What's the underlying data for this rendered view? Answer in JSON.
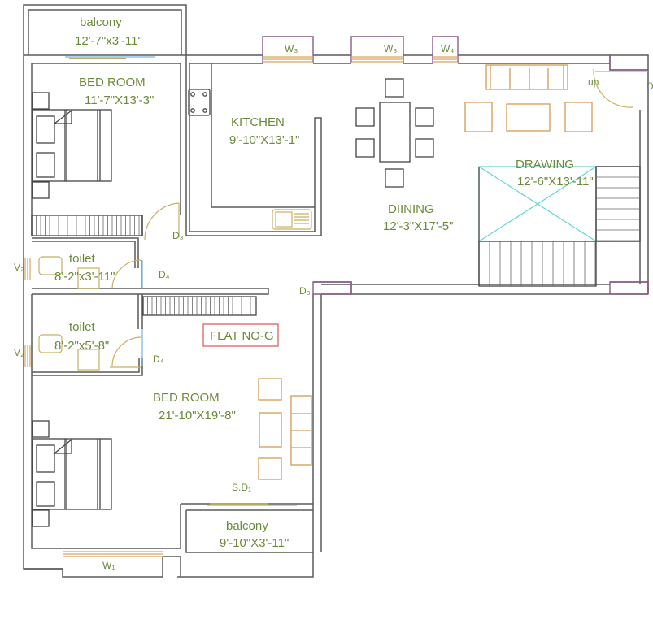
{
  "rooms": {
    "balcony_top": {
      "name": "balcony",
      "size": "12'-7\"x3'-11\""
    },
    "bedroom_top": {
      "name": "BED ROOM",
      "size": "11'-7\"X13'-3\""
    },
    "kitchen": {
      "name": "KITCHEN",
      "size": "9'-10\"X13'-1\""
    },
    "dining": {
      "name": "DIINING",
      "size": "12'-3\"X17'-5\""
    },
    "drawing": {
      "name": "DRAWING",
      "size": "12'-6\"X13'-11\""
    },
    "toilet_1": {
      "name": "toilet",
      "size": "8'-2\"x3'-11\""
    },
    "toilet_2": {
      "name": "toilet",
      "size": "8'-2\"x5'-8\""
    },
    "bedroom_bottom": {
      "name": "BED ROOM",
      "size": "21'-10\"X19'-8\""
    },
    "balcony_bottom": {
      "name": "balcony",
      "size": "9'-10\"X3'-11\""
    }
  },
  "flat_label": "FLAT NO-G",
  "labels": {
    "w3a": "W₃",
    "w3b": "W₃",
    "w4": "W₄",
    "w1": "W₁",
    "v2a": "V₂",
    "v2b": "V₂",
    "d3": "D₃",
    "d3b": "D₃",
    "d4a": "D₄",
    "d4b": "D₄",
    "d_main": "D",
    "sd1": "S.D₁",
    "up": "up"
  },
  "colors": {
    "text": "#6b8a3a",
    "walls": "#5a5a5a",
    "furniture": "#d39a55",
    "flat_box": "#d9534f",
    "stair_void": "#5fd6d6"
  }
}
